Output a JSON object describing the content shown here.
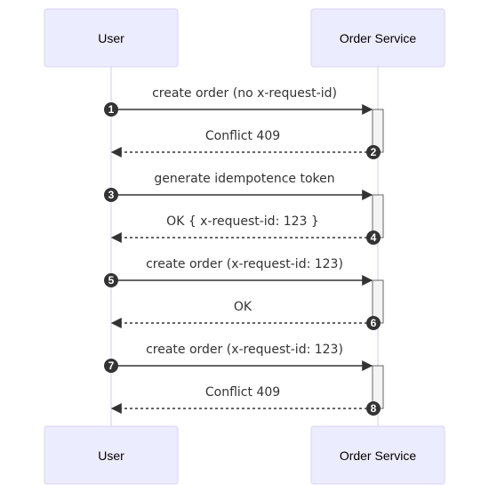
{
  "participants": [
    {
      "id": "user",
      "label": "User"
    },
    {
      "id": "order",
      "label": "Order Service"
    }
  ],
  "messages": [
    {
      "seq": "1",
      "from": "user",
      "to": "order",
      "text": "create order (no x-request-id)",
      "style": "solid"
    },
    {
      "seq": "2",
      "from": "order",
      "to": "user",
      "text": "Conflict 409",
      "style": "dashed"
    },
    {
      "seq": "3",
      "from": "user",
      "to": "order",
      "text": "generate idempotence token",
      "style": "solid"
    },
    {
      "seq": "4",
      "from": "order",
      "to": "user",
      "text": "OK { x-request-id: 123 }",
      "style": "dashed"
    },
    {
      "seq": "5",
      "from": "user",
      "to": "order",
      "text": "create order (x-request-id: 123)",
      "style": "solid"
    },
    {
      "seq": "6",
      "from": "order",
      "to": "user",
      "text": "OK",
      "style": "dashed"
    },
    {
      "seq": "7",
      "from": "user",
      "to": "order",
      "text": "create order (x-request-id: 123)",
      "style": "solid"
    },
    {
      "seq": "8",
      "from": "order",
      "to": "user",
      "text": "Conflict 409",
      "style": "dashed"
    }
  ],
  "colors": {
    "actor_fill": "#ECECFF",
    "actor_border": "#d7d3f5",
    "line": "#333333",
    "activation_fill": "#f4f4f4"
  }
}
